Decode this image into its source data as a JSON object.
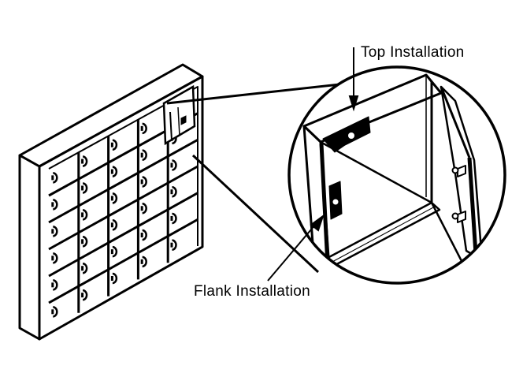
{
  "labels": {
    "top_installation": "Top Installation",
    "flank_installation": "Flank Installation"
  },
  "cabinet": {
    "columns": 5,
    "rows": 6
  },
  "colors": {
    "ink": "#000000",
    "background": "#ffffff"
  }
}
